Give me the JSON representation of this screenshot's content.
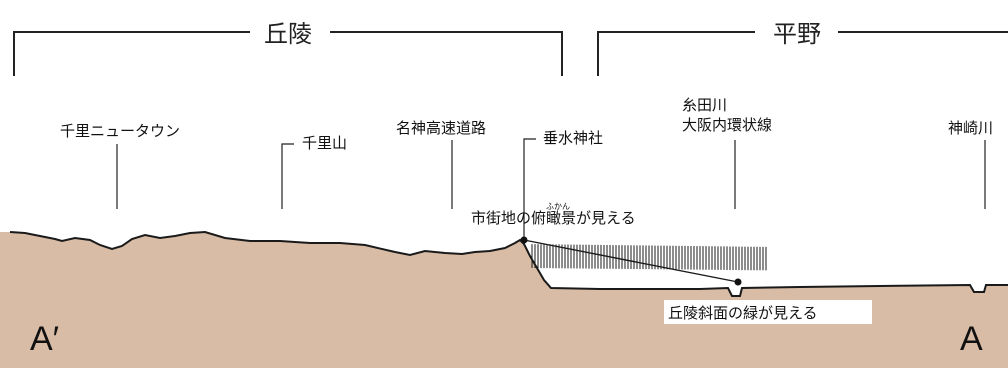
{
  "sections": {
    "hill": "丘陵",
    "plain": "平野"
  },
  "landmarks": {
    "senri_newtown": "千里ニュータウン",
    "senriyama": "千里山",
    "meishin": "名神高速道路",
    "tarumi_shrine": "垂水神社",
    "itoda_line1": "糸田川",
    "itoda_line2": "大阪内環状線",
    "kanzaki": "神崎川"
  },
  "annotations": {
    "view_top_prefix": "市街地の",
    "view_top_kanji": "俯瞰",
    "view_top_ruby": "ふかん",
    "view_top_suffix": "景が見える",
    "view_bottom": "丘陵斜面の緑が見える"
  },
  "endpoints": {
    "left": "A′",
    "right": "A"
  },
  "colors": {
    "ground": "#d8bca5",
    "ground_line": "#1a1a1a",
    "bracket": "#222222"
  }
}
